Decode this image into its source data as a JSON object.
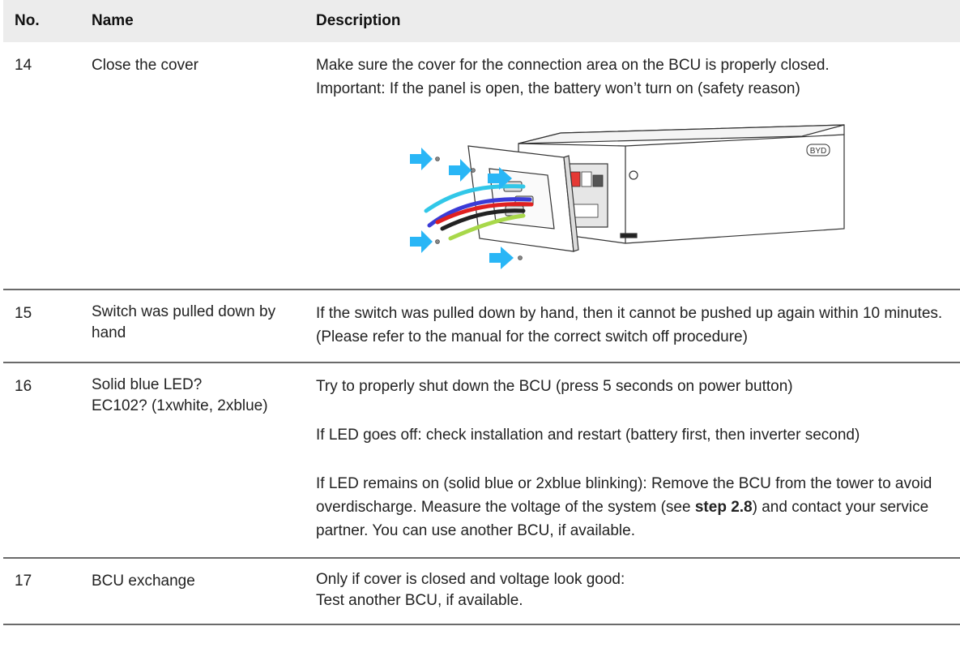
{
  "header": {
    "no": "No.",
    "name": "Name",
    "description": "Description"
  },
  "rows": [
    {
      "no": "14",
      "name": "Close the cover",
      "desc": [
        "Make sure the cover for the connection area on the BCU is properly closed.",
        "Important: If the panel is open, the battery won’t turn on (safety reason)"
      ]
    },
    {
      "no": "15",
      "name": "Switch was pulled down by hand",
      "desc": [
        "If the switch was pulled down by hand, then it cannot be pushed up again within 10 minutes. (Please refer to the manual for the correct switch off procedure)"
      ]
    },
    {
      "no": "16",
      "name_line1": "Solid blue LED?",
      "name_line2": "EC102? (1xwhite, 2xblue)",
      "desc1": "Try to properly shut down the BCU (press 5 seconds on power button)",
      "desc2": "If LED goes off: check installation and restart (battery first, then inverter second)",
      "desc3_a": "If LED remains on (solid blue or 2xblue blinking): Remove the BCU from the tower to avoid overdischarge. Measure the voltage of the system (see ",
      "desc3_bold": "step 2.8",
      "desc3_b": ") and contact your service partner. You can use another BCU, if available."
    },
    {
      "no": "17",
      "name": "BCU exchange",
      "desc": [
        "Only if cover is closed and voltage look good:",
        "Test another BCU, if available."
      ]
    }
  ],
  "figure": {
    "logo": "BYD"
  },
  "colors": {
    "header_bg": "#ececec",
    "arrow": "#29b6f6",
    "cable_blue": "#3b3bd6",
    "cable_red": "#e02020",
    "cable_cyan": "#31c7e8",
    "cable_green": "#a8d84a"
  }
}
